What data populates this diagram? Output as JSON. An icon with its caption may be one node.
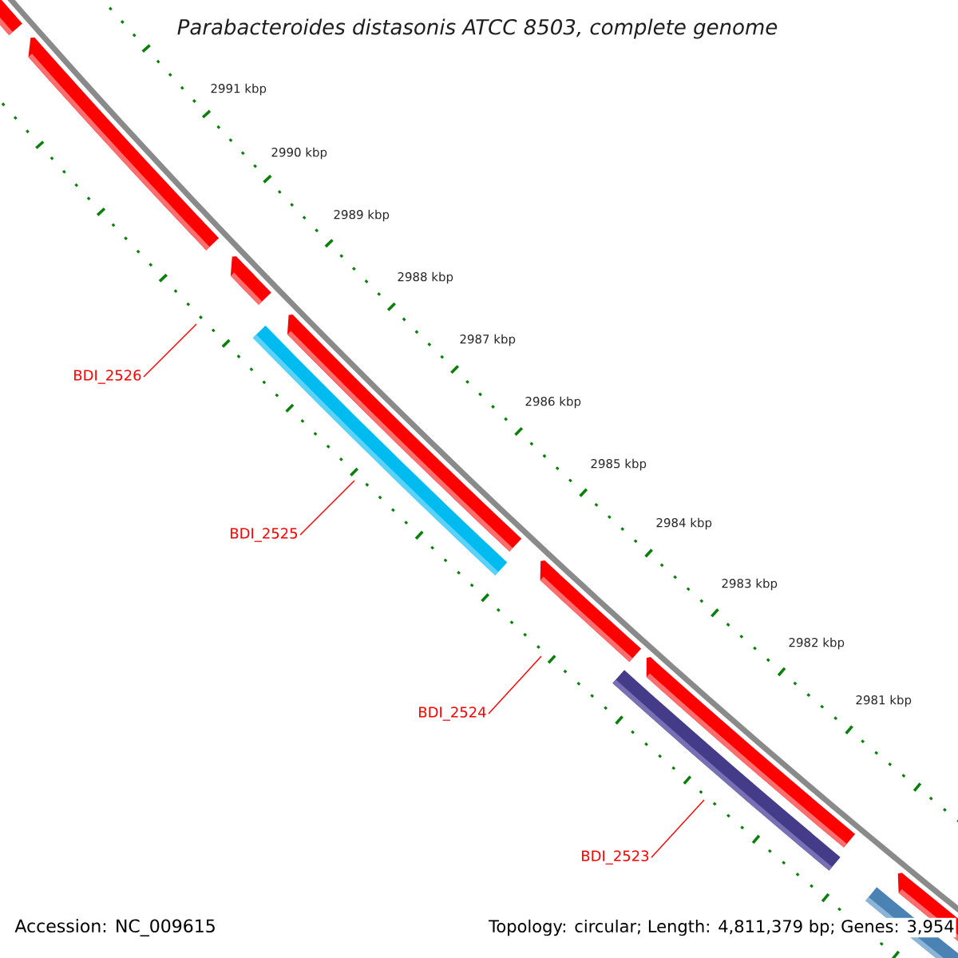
{
  "diagram": {
    "title": "Parabacteroides distasonis ATCC 8503, complete genome",
    "nodes": [
      {
        "text": [
          "BDI_2526"
        ]
      },
      {
        "text": [
          "BDI_2525"
        ]
      },
      {
        "text": [
          "BDI_2524"
        ]
      },
      {
        "text": [
          "BDI_2523"
        ]
      }
    ],
    "edges": [
      {
        "from": 0,
        "to": null,
        "arrow": "none"
      },
      {
        "from": 1,
        "to": null,
        "arrow": "none"
      },
      {
        "from": 2,
        "to": null,
        "arrow": "none"
      },
      {
        "from": 3,
        "to": null,
        "arrow": "none"
      }
    ],
    "labels": [
      "2991 kbp",
      "2990 kbp",
      "2989 kbp",
      "2988 kbp",
      "2987 kbp",
      "2986 kbp",
      "2985 kbp",
      "2984 kbp",
      "2983 kbp",
      "2982 kbp",
      "2981 kbp",
      "Accession: NC_009615",
      "Topology: circular; Length: 4,811,379 bp; Genes: 3,954"
    ]
  }
}
